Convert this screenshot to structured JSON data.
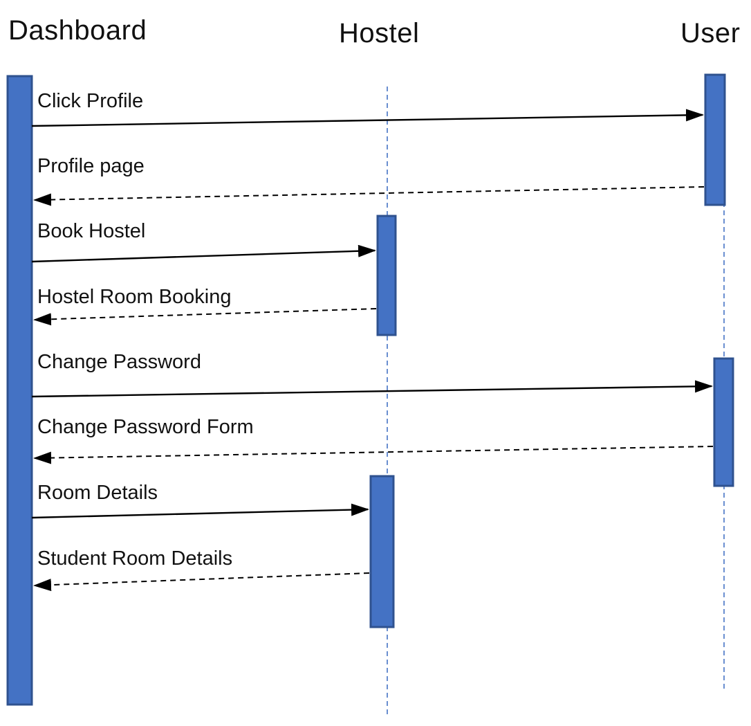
{
  "diagram": {
    "type": "uml-sequence-diagram",
    "participants": [
      {
        "name": "Dashboard"
      },
      {
        "name": "Hostel"
      },
      {
        "name": "User"
      }
    ],
    "messages": [
      {
        "label": "Click Profile",
        "type": "solid",
        "from": "Dashboard",
        "to": "User"
      },
      {
        "label": "Profile page",
        "type": "dashed",
        "from": "User",
        "to": "Dashboard"
      },
      {
        "label": "Book Hostel",
        "type": "solid",
        "from": "Dashboard",
        "to": "Hostel"
      },
      {
        "label": "Hostel Room Booking",
        "type": "dashed",
        "from": "Hostel",
        "to": "Dashboard"
      },
      {
        "label": "Change Password",
        "type": "solid",
        "from": "Dashboard",
        "to": "User"
      },
      {
        "label": "Change Password Form",
        "type": "dashed",
        "from": "User",
        "to": "Dashboard"
      },
      {
        "label": "Room Details",
        "type": "solid",
        "from": "Dashboard",
        "to": "Hostel"
      },
      {
        "label": "Student Room Details",
        "type": "dashed",
        "from": "Hostel",
        "to": "Dashboard"
      }
    ],
    "colors": {
      "activation_fill": "#4472C4",
      "activation_border": "#2F528F",
      "lifeline": "#4472C4",
      "arrow": "#000000",
      "text": "#111111",
      "background": "#FFFFFF"
    }
  }
}
